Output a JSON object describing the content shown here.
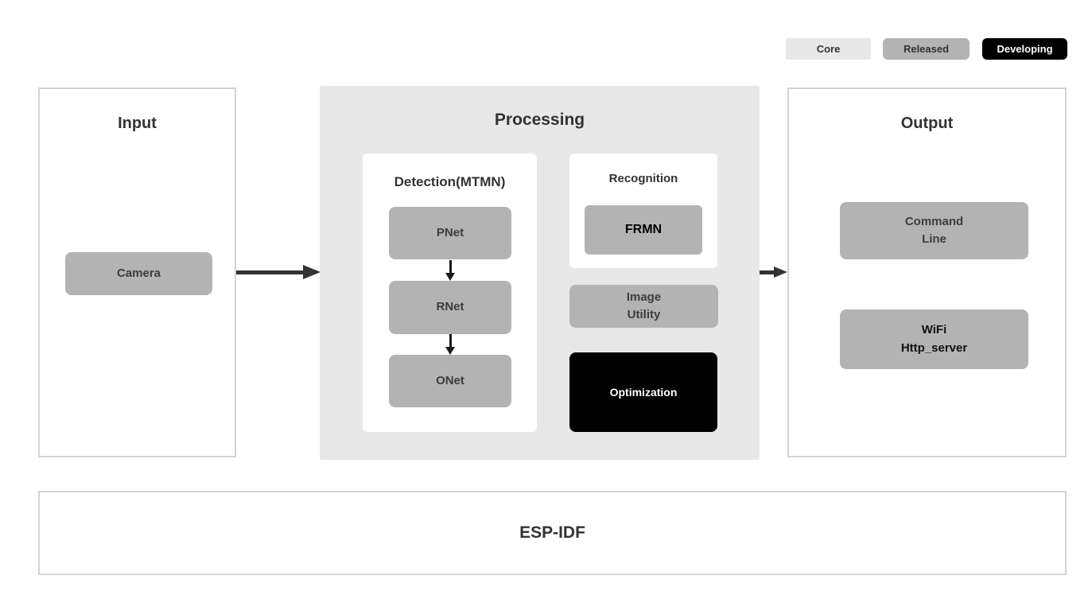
{
  "legend": {
    "items": [
      {
        "id": "core",
        "label": "Core",
        "bg": "#e8e8e8",
        "text_color": "#333333"
      },
      {
        "id": "released",
        "label": "Released",
        "bg": "#b3b3b3",
        "text_color": "#333333"
      },
      {
        "id": "developing",
        "label": "Developing",
        "bg": "#000000",
        "text_color": "#ffffff"
      }
    ]
  },
  "panels": {
    "input": {
      "title": "Input",
      "nodes": {
        "camera": "Camera"
      }
    },
    "processing": {
      "title": "Processing",
      "detection": {
        "title": "Detection(MTMN)",
        "nodes": [
          "PNet",
          "RNet",
          "ONet"
        ]
      },
      "recognition": {
        "title": "Recognition",
        "nodes": {
          "frmn": "FRMN"
        }
      },
      "image_utility": "Image\nUtility",
      "optimization": "Optimization"
    },
    "output": {
      "title": "Output",
      "nodes": {
        "command_line": "Command\nLine",
        "wifi": "WiFi\nHttp_server"
      }
    },
    "foundation": {
      "title": "ESP-IDF"
    }
  },
  "flow": [
    "Camera -> Processing",
    "PNet -> RNet",
    "RNet -> ONet",
    "Processing -> Output"
  ],
  "colors": {
    "page_bg": "#ffffff",
    "processing_bg": "#e8e8e8",
    "node_gray": "#b3b3b3",
    "node_black": "#000000",
    "panel_border": "#d4d4d4",
    "arrow": "#333333",
    "text_dark": "#333333",
    "text_on_black": "#ffffff"
  }
}
